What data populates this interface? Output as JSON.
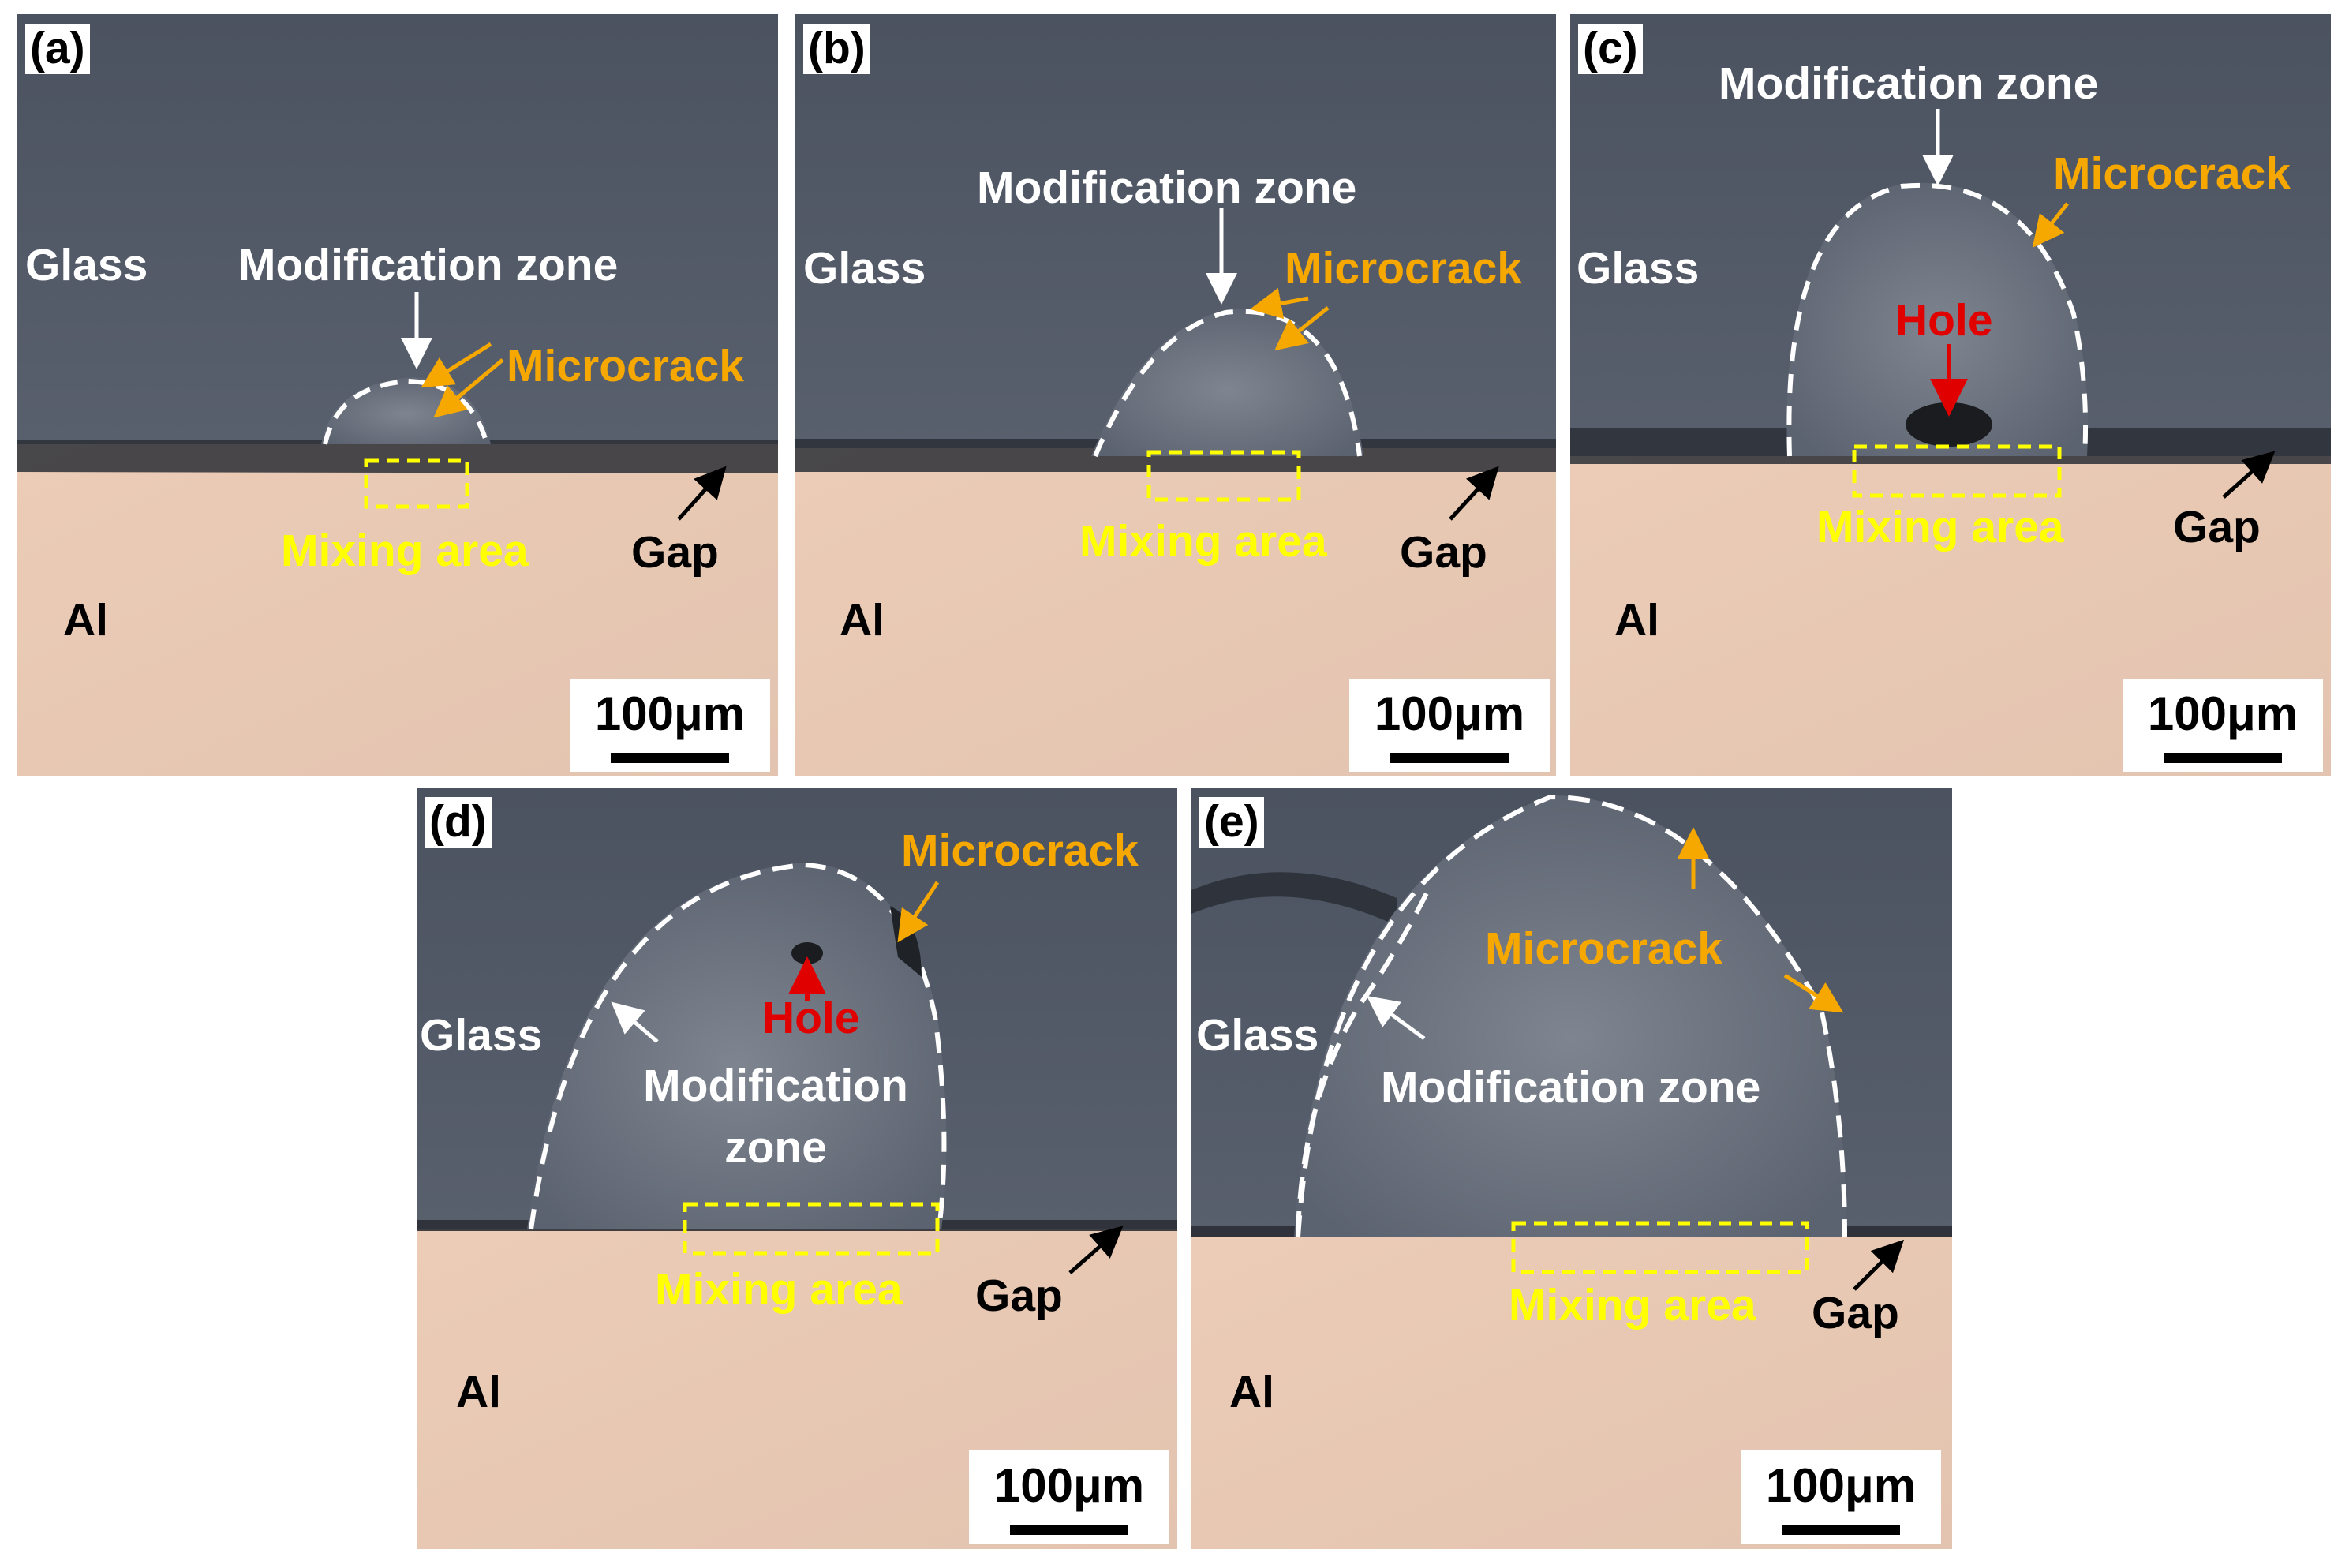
{
  "figure": {
    "colors": {
      "glass": "#4f5664",
      "aluminum": "#e9c9b3",
      "label_white": "#ffffff",
      "label_orange": "#f7a800",
      "label_yellow": "#ffff00",
      "label_red": "#e00000",
      "label_black": "#000000"
    },
    "panels": [
      {
        "tag": "(a)",
        "glass": "Glass",
        "al": "Al",
        "modification": "Modification zone",
        "microcrack": "Microcrack",
        "mixing": "Mixing area",
        "gap": "Gap",
        "scale": "100μm"
      },
      {
        "tag": "(b)",
        "glass": "Glass",
        "al": "Al",
        "modification": "Modification zone",
        "microcrack": "Microcrack",
        "mixing": "Mixing area",
        "gap": "Gap",
        "scale": "100μm"
      },
      {
        "tag": "(c)",
        "glass": "Glass",
        "al": "Al",
        "modification": "Modification zone",
        "microcrack": "Microcrack",
        "hole": "Hole",
        "mixing": "Mixing area",
        "gap": "Gap",
        "scale": "100μm"
      },
      {
        "tag": "(d)",
        "glass": "Glass",
        "al": "Al",
        "modification_line1": "Modification",
        "modification_line2": "zone",
        "microcrack": "Microcrack",
        "hole": "Hole",
        "mixing": "Mixing area",
        "gap": "Gap",
        "scale": "100μm"
      },
      {
        "tag": "(e)",
        "glass": "Glass",
        "al": "Al",
        "modification": "Modification zone",
        "microcrack": "Microcrack",
        "mixing": "Mixing area",
        "gap": "Gap",
        "scale": "100μm"
      }
    ]
  }
}
